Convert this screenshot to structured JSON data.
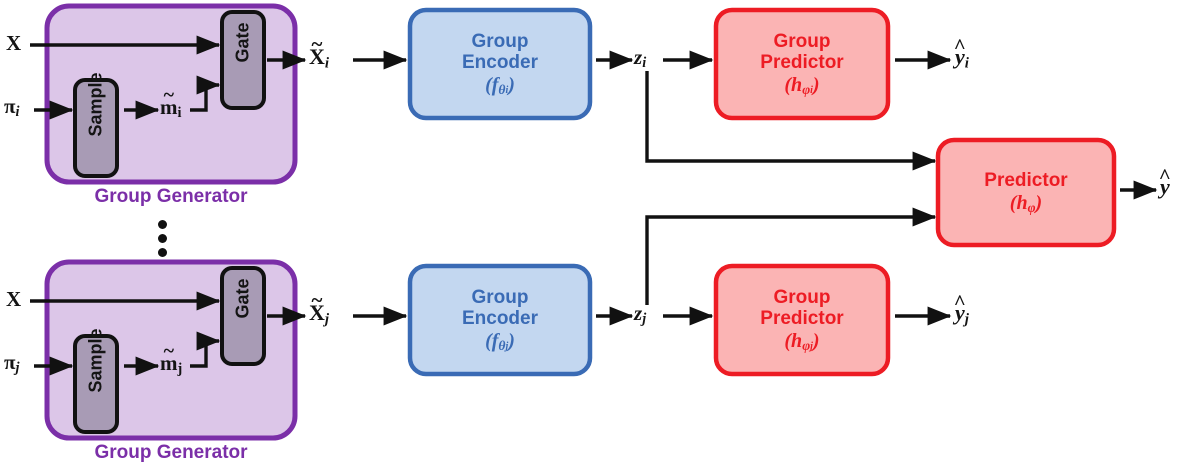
{
  "diagram": {
    "title": "Group Generator / Group Encoder / Predictor pipeline",
    "colors": {
      "generator_fill": "#DCC6E8",
      "generator_border": "#7B2FA8",
      "generator_label": "#7B2FA8",
      "gate_fill": "#A89BB5",
      "gate_border": "#111111",
      "encoder_fill": "#C3D7F0",
      "encoder_border": "#3A6BB5",
      "encoder_text": "#3A6BB5",
      "predictor_fill": "#FBB4B4",
      "predictor_border": "#ED1C24",
      "predictor_text": "#ED1C24",
      "arrow": "#111111"
    },
    "branches": [
      {
        "id": "i",
        "generator": {
          "caption": "Group Generator",
          "inputs": [
            {
              "label": "X",
              "name": "input-x"
            },
            {
              "label": "π",
              "sub": "i",
              "name": "input-pi"
            }
          ],
          "sample_block": "Sample",
          "gate_block": "Gate",
          "mask_label": "m",
          "mask_sub": "i",
          "output_label": "X",
          "output_sub": "i"
        },
        "encoder": {
          "line1": "Group",
          "line2": "Encoder",
          "line3": "(f",
          "param": "θ",
          "param_sub": "i",
          "line3_close": ")"
        },
        "latent": {
          "label": "z",
          "sub": "i"
        },
        "group_predictor": {
          "line1": "Group",
          "line2": "Predictor",
          "line3": "(h",
          "param": "φ",
          "param_sub": "i",
          "line3_close": ")"
        },
        "output": {
          "label": "y",
          "sub": "i"
        }
      },
      {
        "id": "j",
        "generator": {
          "caption": "Group Generator",
          "inputs": [
            {
              "label": "X",
              "name": "input-x"
            },
            {
              "label": "π",
              "sub": "j",
              "name": "input-pi"
            }
          ],
          "sample_block": "Sample",
          "gate_block": "Gate",
          "mask_label": "m",
          "mask_sub": "j",
          "output_label": "X",
          "output_sub": "j"
        },
        "encoder": {
          "line1": "Group",
          "line2": "Encoder",
          "line3": "(f",
          "param": "θ",
          "param_sub": "j",
          "line3_close": ")"
        },
        "latent": {
          "label": "z",
          "sub": "j"
        },
        "group_predictor": {
          "line1": "Group",
          "line2": "Predictor",
          "line3": "(h",
          "param": "φ",
          "param_sub": "j",
          "line3_close": ")"
        },
        "output": {
          "label": "y",
          "sub": "j"
        }
      }
    ],
    "final_predictor": {
      "line1": "Predictor",
      "line2_open": "(h",
      "param": "φ",
      "line2_close": ")"
    },
    "final_output": {
      "label": "y"
    },
    "ellipsis": "⋮"
  }
}
